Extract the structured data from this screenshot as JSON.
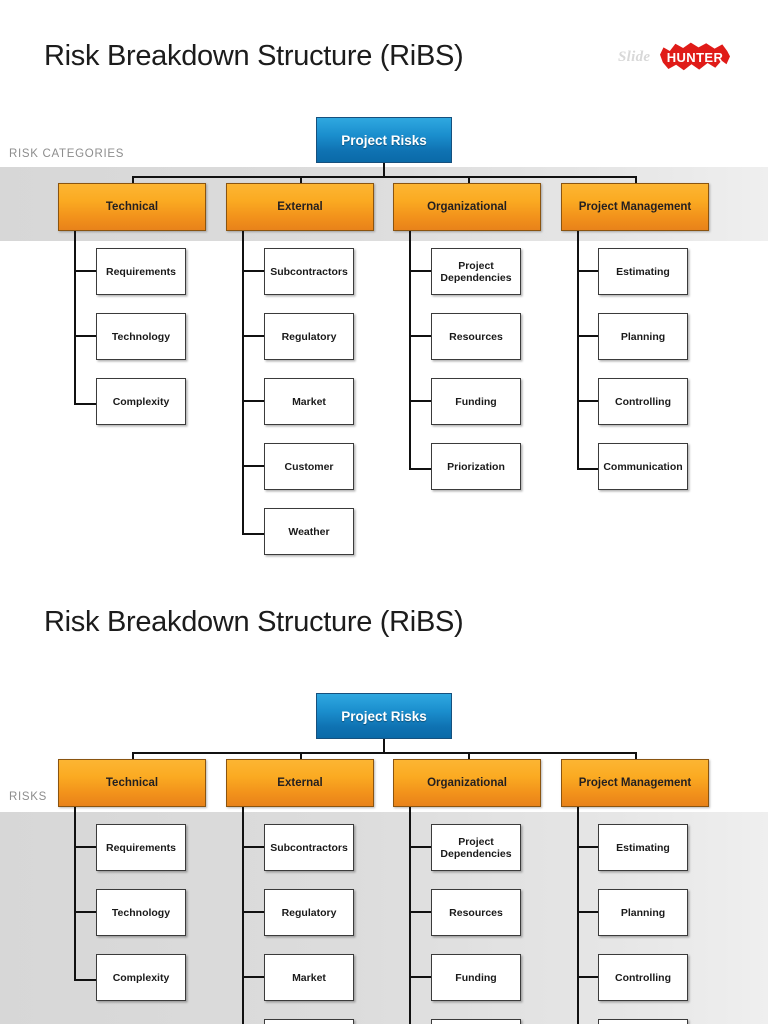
{
  "document": {
    "title": "Risk Breakdown Structure (RiBS)"
  },
  "logo": {
    "word_light": "Slide",
    "word_bold": "HUNTER",
    "burst_color": "#e01b18",
    "light_color": "#d8d8d8"
  },
  "theme": {
    "root_blue_top": "#2fa8e0",
    "root_blue_bottom": "#0a6aa8",
    "category_orange_top": "#fcb533",
    "category_orange_bottom": "#e8821a",
    "band_gray": "#dcdcdc",
    "band_label_color": "#8d8d8d",
    "connector_color": "#111111"
  },
  "slides": [
    {
      "title": "Risk Breakdown Structure (RiBS)",
      "band_label": "RISK CATEGORIES",
      "root": "Project Risks",
      "categories": [
        {
          "label": "Technical",
          "children": [
            "Requirements",
            "Technology",
            "Complexity"
          ]
        },
        {
          "label": "External",
          "children": [
            "Subcontractors",
            "Regulatory",
            "Market",
            "Customer",
            "Weather"
          ]
        },
        {
          "label": "Organizational",
          "children": [
            "Project Dependencies",
            "Resources",
            "Funding",
            "Priorization"
          ]
        },
        {
          "label": "Project Management",
          "children": [
            "Estimating",
            "Planning",
            "Controlling",
            "Communication"
          ]
        }
      ]
    },
    {
      "title": "Risk Breakdown Structure (RiBS)",
      "band_label": "RISKS",
      "root": "Project Risks",
      "categories": [
        {
          "label": "Technical",
          "children": [
            "Requirements",
            "Technology",
            "Complexity"
          ]
        },
        {
          "label": "External",
          "children": [
            "Subcontractors",
            "Regulatory",
            "Market"
          ]
        },
        {
          "label": "Organizational",
          "children": [
            "Project Dependencies",
            "Resources",
            "Funding"
          ]
        },
        {
          "label": "Project Management",
          "children": [
            "Estimating",
            "Planning",
            "Controlling"
          ]
        }
      ]
    }
  ]
}
